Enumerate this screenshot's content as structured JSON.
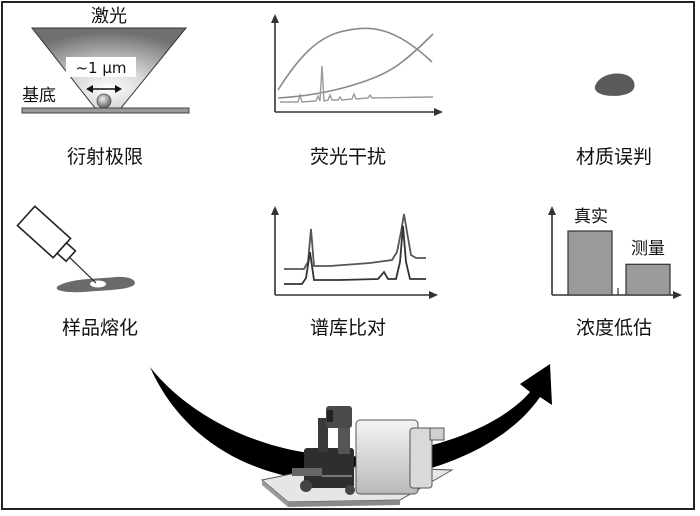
{
  "panels": {
    "diffraction": {
      "caption": "衍射极限",
      "laser_label": "激光",
      "substrate_label": "基底",
      "scale_label": "~1 μm"
    },
    "fluorescence": {
      "caption": "荧光干扰"
    },
    "misjudgment": {
      "caption": "材质误判"
    },
    "melting": {
      "caption": "样品熔化"
    },
    "library": {
      "caption": "谱库比对"
    },
    "concentration": {
      "caption": "浓度低估",
      "chart_data": {
        "type": "bar",
        "categories": [
          "真实",
          "测量"
        ],
        "values": [
          1.0,
          0.48
        ]
      }
    }
  },
  "instrument": {
    "icon": "raman-microscope-icon"
  },
  "arrow": {
    "icon": "curved-arrow-icon",
    "color": "#000000"
  }
}
